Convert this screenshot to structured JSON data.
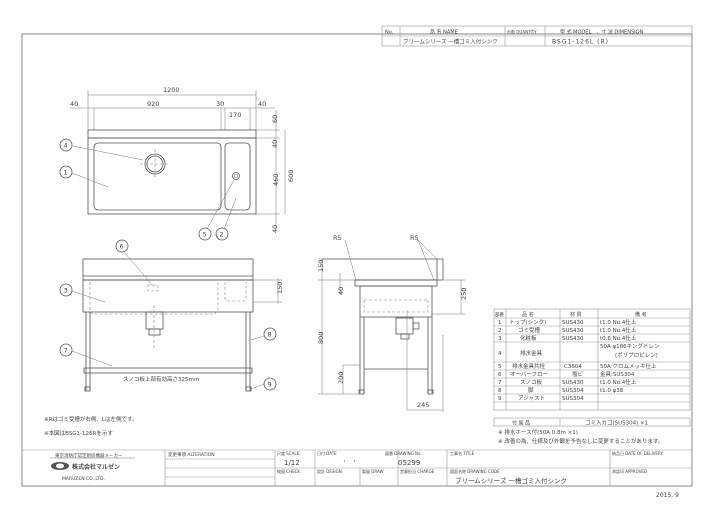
{
  "title_block_top": {
    "headers": {
      "no": "No.",
      "name": "品 名 NAME",
      "qty": "台数 QUANTITY",
      "model": "型 式 MODEL　、寸 法 DIMENSION"
    },
    "row": {
      "name": "ブリームシリーズ 一槽ゴミ入付シンク",
      "model": "BSG1-126L (R)"
    }
  },
  "dimensions": {
    "overall_width": "1200",
    "left_margin": "40",
    "sink_width": "920",
    "divider": "30",
    "side_basin": "170",
    "right_margin": "40",
    "backsplash_depth": "60",
    "top_margin": "40",
    "basin_depth": "460",
    "overall_depth": "600",
    "bottom_margin": "40",
    "basin_height": "150",
    "backsplash_height": "150",
    "side_basin_offset": "40",
    "bowl_depth": "250",
    "overall_height": "800",
    "shelf_height": "200",
    "drain_offset": "245",
    "radius_left": "R5",
    "radius_right": "R5",
    "shelf_note": "スノコ板上部有効高さ325mm"
  },
  "callouts": [
    "1",
    "2",
    "3",
    "4",
    "5",
    "6",
    "7",
    "8",
    "9"
  ],
  "parts_table": {
    "headers": [
      "部番",
      "品 名",
      "材 質",
      "備 考"
    ],
    "rows": [
      {
        "no": "1",
        "name": "トップ(シンク)",
        "material": "SUS430",
        "note": "t1.0 No.4仕上"
      },
      {
        "no": "2",
        "name": "ゴミ受槽",
        "material": "SUS430",
        "note": "t1.0 No.4仕上"
      },
      {
        "no": "3",
        "name": "化粧板",
        "material": "SUS430",
        "note": "t0.6 No.4仕上"
      },
      {
        "no": "4",
        "name": "排水金具",
        "material": "",
        "note": "50A φ186キングドレン",
        "note2": "(ポリプロピレン)"
      },
      {
        "no": "5",
        "name": "排水金具共栓",
        "material": "C3604",
        "note": "50A クロムメッキ仕上"
      },
      {
        "no": "6",
        "name": "オーバーフロー",
        "material": "塩ビ",
        "note": "金具:SUS304"
      },
      {
        "no": "7",
        "name": "スノコ板",
        "material": "SUS430",
        "note": "t1.0 No.4仕上"
      },
      {
        "no": "8",
        "name": "脚",
        "material": "SUS304",
        "note": "t1.0 φ38"
      },
      {
        "no": "9",
        "name": "アジャスト",
        "material": "SUS304",
        "note": ""
      }
    ]
  },
  "accessories": {
    "label": "付 属 品",
    "value": "ゴミ入カゴ(SUS304) ×1"
  },
  "notes_right": [
    "※ 排水ホース付(50A 0.8m ×1)",
    "※ 改善の為、仕様及び外観を予告なしに変更することがあります。"
  ],
  "notes_left": [
    "※Rはゴミ受槽が右側、Lは左側です。",
    "※本図はBSG1-126Rを示す"
  ],
  "title_block_bottom": {
    "company_tagline": "東京消防庁認定厨房機器メーカー",
    "company_name": "株式会社マルゼン",
    "company_en": "MARUZEN CO.,LTD.",
    "alteration_label": "変更事項 ALTERATION",
    "scale_label": "尺度 SCALE",
    "scale_value": "1/12",
    "date_label": "日付 DATE",
    "date_value": "・　・",
    "drawing_no_label": "図番 DRAWING No.",
    "drawing_no_value": "05299",
    "title_label": "工事名 TITLE",
    "delivery_label": "納品日 DATE OF DELIVERY",
    "check_label": "検図 CHECK",
    "design_label": "設計 DESIGN",
    "draw_label": "製図 DRAW",
    "charge_label": "営業担当 CHARGE",
    "drawing_code_label": "図面名称 DRAWING CODE",
    "drawing_code_value": "ブリームシリーズ 一槽ゴミ入付シンク",
    "approved_label": "承認印 APPROVED"
  },
  "footer_date": "2015. 9"
}
